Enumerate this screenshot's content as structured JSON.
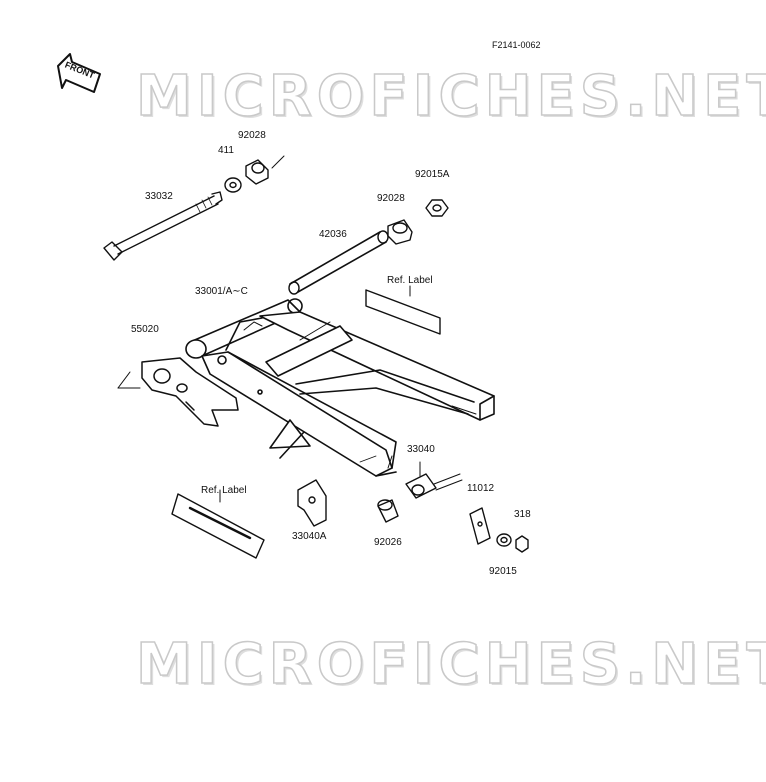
{
  "figure_code": "F2141-0062",
  "watermark": "MICROFICHES.NET",
  "front_arrow_label": "FRONT",
  "parts": {
    "p33032": "33032",
    "p411": "411",
    "p92028_top": "92028",
    "p92015a": "92015A",
    "p92028_mid": "92028",
    "p42036": "42036",
    "p33001": "33001/A∼C",
    "ref_label_right": "Ref. Label",
    "p55020": "55020",
    "p33040": "33040",
    "p11012": "11012",
    "p318": "318",
    "ref_label_left": "Ref. Label",
    "p33040a": "33040A",
    "p92026": "92026",
    "p92015": "92015"
  },
  "colors": {
    "ink": "#111111",
    "watermark": "#c9c9c9"
  }
}
